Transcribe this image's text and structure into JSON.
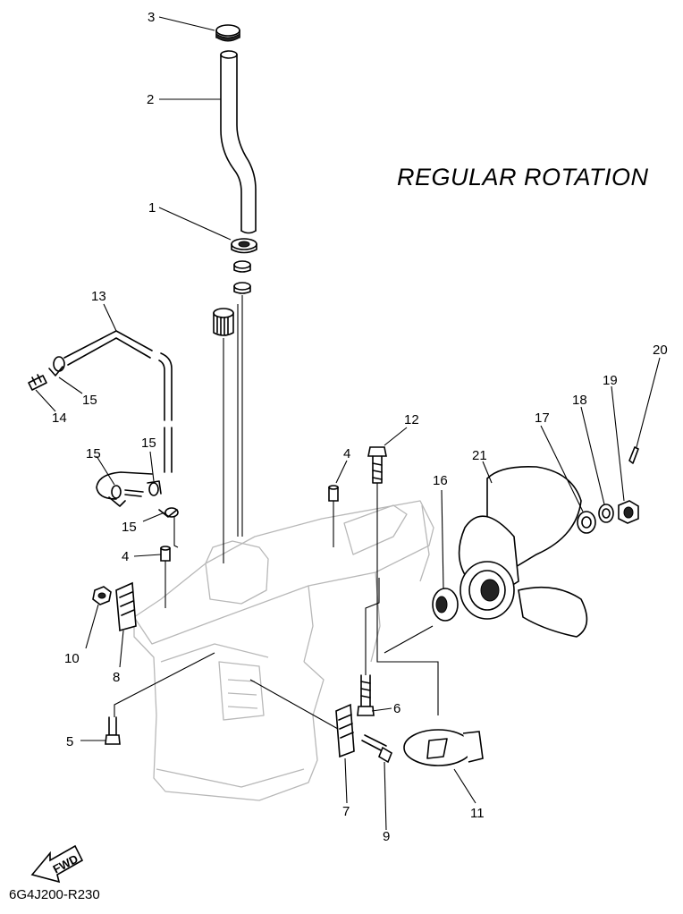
{
  "title": "REGULAR ROTATION",
  "diagram_code": "6G4J200-R230",
  "fwd_label": "FWD",
  "callouts": [
    "1",
    "2",
    "3",
    "4",
    "4",
    "5",
    "6",
    "7",
    "8",
    "9",
    "10",
    "11",
    "12",
    "13",
    "14",
    "15",
    "15",
    "15",
    "15",
    "16",
    "17",
    "18",
    "19",
    "20",
    "21"
  ]
}
